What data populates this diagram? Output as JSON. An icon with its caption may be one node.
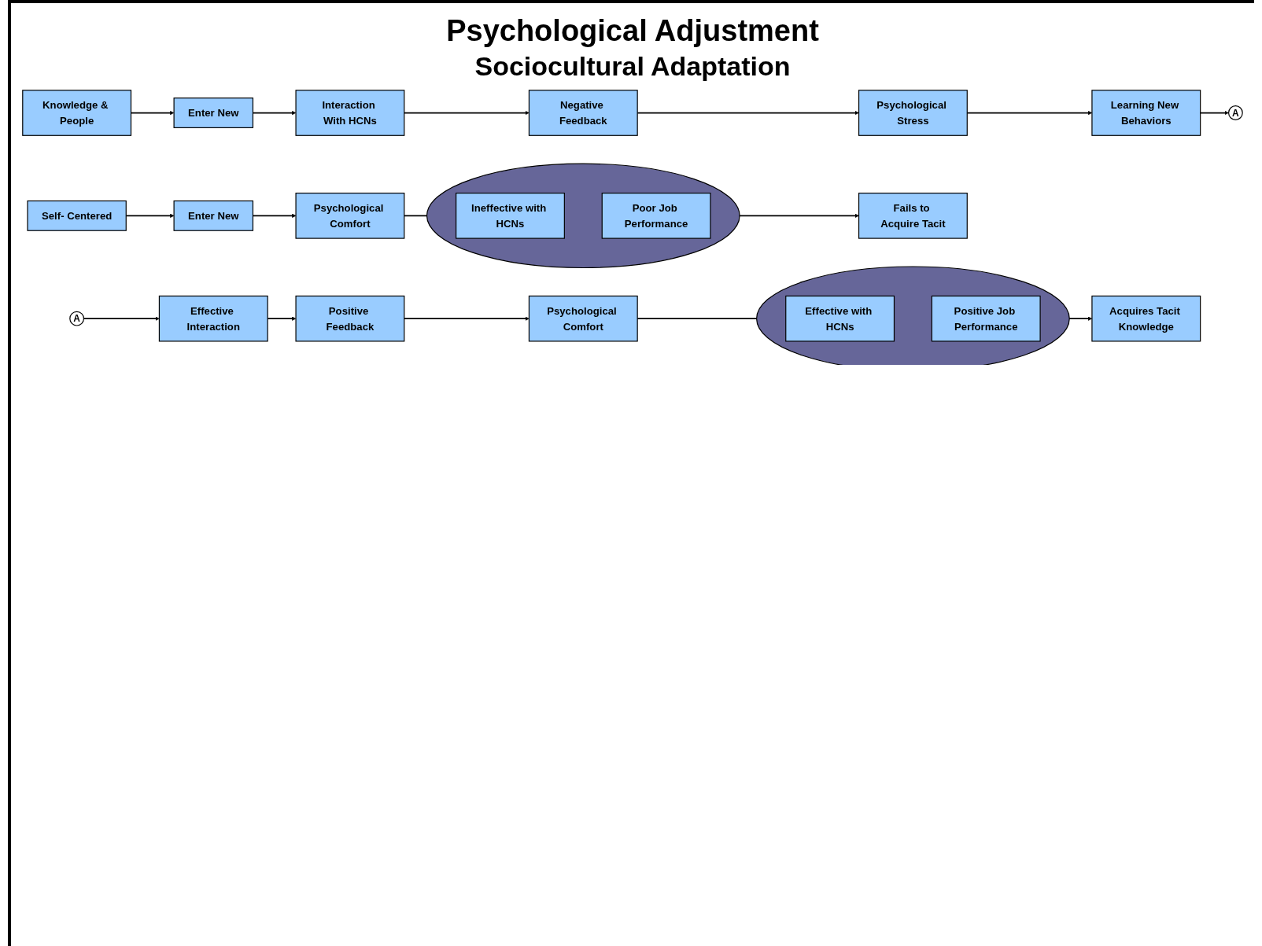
{
  "diagram": {
    "title": "Psychological Adjustment",
    "nodes": [
      {
        "text": [
          "Self- Centered"
        ]
      },
      {
        "text": [
          "Enter New"
        ]
      },
      {
        "text": [
          "Psychological Comfort"
        ]
      },
      {
        "text": [],
        "shape": "circle"
      },
      {
        "text": [
          "Ineffective with HCNs"
        ],
        "in": 3
      },
      {
        "text": [
          "Poor Job Performance"
        ],
        "in": 3
      },
      {
        "text": [
          "Fails to Acquire Tacit"
        ]
      },
      {
        "text": [
          "Knowledge & People"
        ]
      },
      {
        "text": [
          "Enter New"
        ]
      },
      {
        "text": [
          "Interaction With HCNs"
        ]
      },
      {
        "text": [
          "Negative Feedback"
        ]
      },
      {
        "text": [
          "Psychological Stress"
        ]
      },
      {
        "text": [
          "Learning New Behaviors"
        ]
      },
      {
        "text": [
          "A"
        ]
      },
      {
        "text": [
          "A"
        ]
      },
      {
        "text": [
          "Effective Interaction"
        ]
      },
      {
        "text": [
          "Positive Feedback"
        ]
      },
      {
        "text": [
          "Psychological Comfort"
        ]
      },
      {
        "text": [],
        "shape": "circle"
      },
      {
        "text": [
          "Effective with HCNs"
        ],
        "in": 18
      },
      {
        "text": [
          "Positive Job Performance"
        ],
        "in": 18
      },
      {
        "text": [
          "Acquires Tacit Knowledge"
        ]
      }
    ],
    "edges": [
      {
        "from": 0,
        "to": 1,
        "arrow": "to"
      },
      {
        "from": 1,
        "to": 2,
        "arrow": "to"
      },
      {
        "from": 2,
        "to": 3,
        "arrow": "to"
      },
      {
        "from": 3,
        "to": 6,
        "arrow": "to"
      },
      {
        "from": 7,
        "to": 8,
        "arrow": "to"
      },
      {
        "from": 8,
        "to": 9,
        "arrow": "to"
      },
      {
        "from": 9,
        "to": 10,
        "arrow": "to"
      },
      {
        "from": 10,
        "to": 11,
        "arrow": "to"
      },
      {
        "from": 11,
        "to": 12,
        "arrow": "to"
      },
      {
        "from": 12,
        "to": 13,
        "arrow": "to"
      },
      {
        "from": 14,
        "to": 15,
        "arrow": "to"
      },
      {
        "from": 15,
        "to": 16,
        "arrow": "to"
      },
      {
        "from": 16,
        "to": 17,
        "arrow": "to"
      },
      {
        "from": 17,
        "to": 18,
        "arrow": "to"
      },
      {
        "from": 18,
        "to": 21,
        "arrow": "to"
      }
    ],
    "labels": [
      "Sociocultural Adaptation"
    ]
  }
}
